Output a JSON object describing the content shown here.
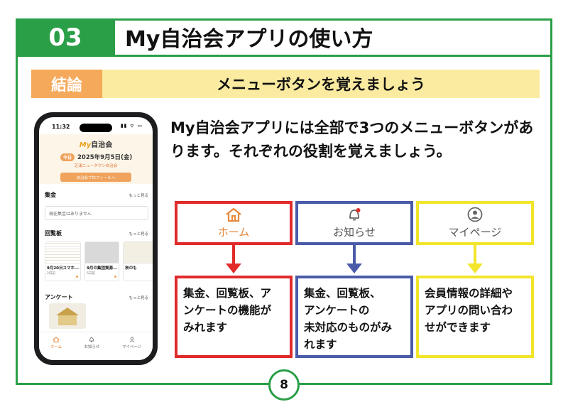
{
  "header": {
    "number": "03",
    "title": "My自治会アプリの使い方"
  },
  "conclusion": {
    "tag": "結論",
    "text": "メニューボタンを覚えましょう"
  },
  "description": "My自治会アプリには全部で3つのメニューボタンがあります。それぞれの役割を覚えましょう。",
  "phone": {
    "status_time": "11:32",
    "status_icons": "▮▮ ᯤ ▭",
    "app_logo_prefix": "My",
    "app_logo_suffix": "自治会",
    "today_label": "今日",
    "date": "2025年9月5日(金)",
    "association_name": "芝浦ニュータウン自治会",
    "profile_button": "自治会プロフィールへ",
    "sections": {
      "collection": {
        "title": "集金",
        "more": "もっと見る",
        "empty": "現在集金はありません"
      },
      "bulletin": {
        "title": "回覧板",
        "more": "もっと見る",
        "cards": [
          {
            "title": "9月20日スマホ...",
            "sub": "2日前"
          },
          {
            "title": "9月の集団資源...",
            "sub": "5日前"
          },
          {
            "title": "秋のも",
            "sub": ""
          }
        ]
      },
      "survey": {
        "title": "アンケート",
        "more": "もっと見る"
      }
    },
    "tabs": [
      {
        "label": "ホーム",
        "icon": "home-icon"
      },
      {
        "label": "お知らせ",
        "icon": "bell-icon"
      },
      {
        "label": "マイページ",
        "icon": "person-icon"
      }
    ]
  },
  "menus": [
    {
      "label": "ホーム",
      "icon": "home-icon",
      "color": "#e12b2b",
      "desc": [
        "集金、回覧板、ア",
        "ンケートの機能が",
        "みれます"
      ]
    },
    {
      "label": "お知らせ",
      "icon": "bell-icon",
      "color": "#4a5ba8",
      "desc": [
        "集金、回覧板、",
        "アンケートの",
        "未対応のものがみ",
        "れます"
      ]
    },
    {
      "label": "マイページ",
      "icon": "person-icon",
      "color": "#f2e52b",
      "desc": [
        "会員情報の詳細や",
        "アプリの問い合わ",
        "せができます"
      ]
    }
  ],
  "page_number": "8"
}
